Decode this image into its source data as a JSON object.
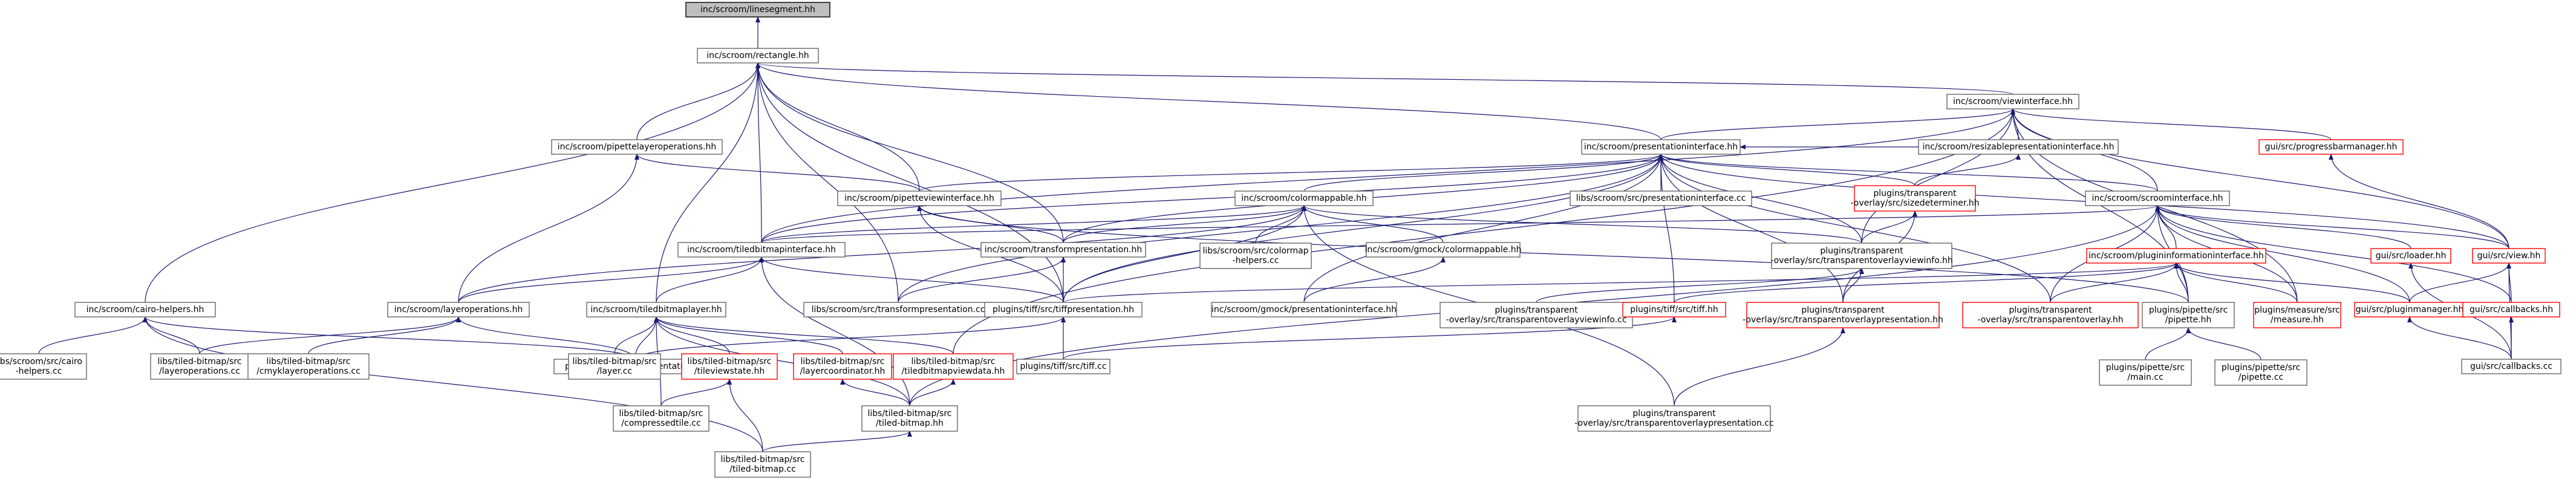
{
  "colors": {
    "node_border": "#666666",
    "node_fill": "#ffffff",
    "focus_fill": "#bfbfbf",
    "focus_border": "#000000",
    "missing_border": "#ff0000",
    "edge": "#191970",
    "text": "#000000"
  },
  "nodes": [
    {
      "id": "lineseg",
      "lines": [
        "inc/scroom/linesegment.hh"
      ],
      "focus": true
    },
    {
      "id": "rect",
      "lines": [
        "inc/scroom/rectangle.hh"
      ]
    },
    {
      "id": "viewif",
      "lines": [
        "inc/scroom/viewinterface.hh"
      ]
    },
    {
      "id": "pipetteLayerOps",
      "lines": [
        "inc/scroom/pipettelayeroperations.hh"
      ]
    },
    {
      "id": "presIf",
      "lines": [
        "inc/scroom/presentationinterface.hh"
      ]
    },
    {
      "id": "resizable",
      "lines": [
        "inc/scroom/resizablepresentationinterface.hh"
      ]
    },
    {
      "id": "progressbar",
      "lines": [
        "gui/src/progressbarmanager.hh"
      ],
      "missing": true
    },
    {
      "id": "pipetteViewIf",
      "lines": [
        "inc/scroom/pipetteviewinterface.hh"
      ]
    },
    {
      "id": "colormappable",
      "lines": [
        "inc/scroom/colormappable.hh"
      ]
    },
    {
      "id": "presIfCc",
      "lines": [
        "libs/scroom/src/presentationinterface.cc"
      ]
    },
    {
      "id": "sizedeterminer",
      "lines": [
        "plugins/transparent",
        "-overlay/src/sizedeterminer.hh"
      ],
      "missing": true
    },
    {
      "id": "scroomIf",
      "lines": [
        "inc/scroom/scroominterface.hh"
      ]
    },
    {
      "id": "cairoHelpers",
      "lines": [
        "inc/scroom/cairo-helpers.hh"
      ]
    },
    {
      "id": "tiledBitmapIf",
      "lines": [
        "inc/scroom/tiledbitmapinterface.hh"
      ]
    },
    {
      "id": "transformPres",
      "lines": [
        "inc/scroom/transformpresentation.hh"
      ]
    },
    {
      "id": "colormapHelpers",
      "lines": [
        "libs/scroom/src/colormap",
        "-helpers.cc"
      ]
    },
    {
      "id": "gmockColormappable",
      "lines": [
        "inc/scroom/gmock/colormappable.hh"
      ]
    },
    {
      "id": "overlayViewInfo",
      "lines": [
        "plugins/transparent",
        "-overlay/src/transparentoverlayviewinfo.hh"
      ]
    },
    {
      "id": "pluginInfoIf",
      "lines": [
        "inc/scroom/plugininformationinterface.hh"
      ],
      "missing": true
    },
    {
      "id": "loader",
      "lines": [
        "gui/src/loader.hh"
      ],
      "missing": true
    },
    {
      "id": "viewHh",
      "lines": [
        "gui/src/view.hh"
      ],
      "missing": true
    },
    {
      "id": "layerOps",
      "lines": [
        "inc/scroom/layeroperations.hh"
      ]
    },
    {
      "id": "tiledBitmapLayer",
      "lines": [
        "inc/scroom/tiledbitmaplayer.hh"
      ]
    },
    {
      "id": "transformPresCc",
      "lines": [
        "libs/scroom/src/transformpresentation.cc"
      ]
    },
    {
      "id": "tiffPres",
      "lines": [
        "plugins/tiff/src/tiffpresentation.hh"
      ]
    },
    {
      "id": "gmockPresIf",
      "lines": [
        "inc/scroom/gmock/presentationinterface.hh"
      ]
    },
    {
      "id": "overlayViewInfoCc",
      "lines": [
        "plugins/transparent",
        "-overlay/src/transparentoverlayviewinfo.cc"
      ]
    },
    {
      "id": "tiffHh",
      "lines": [
        "plugins/tiff/src/tiff.hh"
      ],
      "missing": true
    },
    {
      "id": "overlayPresHh",
      "lines": [
        "plugins/transparent",
        "-overlay/src/transparentoverlaypresentation.hh"
      ],
      "missing": true
    },
    {
      "id": "overlayHh",
      "lines": [
        "plugins/transparent",
        "-overlay/src/transparentoverlay.hh"
      ],
      "missing": true
    },
    {
      "id": "pipetteHh",
      "lines": [
        "plugins/pipette/src",
        "/pipette.hh"
      ]
    },
    {
      "id": "measureHh",
      "lines": [
        "plugins/measure/src",
        "/measure.hh"
      ],
      "missing": true
    },
    {
      "id": "pluginMgr",
      "lines": [
        "gui/src/pluginmanager.hh"
      ],
      "missing": true
    },
    {
      "id": "callbacksHh",
      "lines": [
        "gui/src/callbacks.hh"
      ],
      "missing": true
    },
    {
      "id": "cairoHelpersCc",
      "lines": [
        "libs/scroom/src/cairo",
        "-helpers.cc"
      ]
    },
    {
      "id": "layerOpsCc",
      "lines": [
        "libs/tiled-bitmap/src",
        "/layeroperations.cc"
      ]
    },
    {
      "id": "cmykLayerOps",
      "lines": [
        "libs/tiled-bitmap/src",
        "/cmyklayeroperations.cc"
      ]
    },
    {
      "id": "tiffPresCc",
      "lines": [
        "plugins/tiff/src/tiffpresentation.cc"
      ]
    },
    {
      "id": "layerCc",
      "lines": [
        "libs/tiled-bitmap/src",
        "/layer.cc"
      ]
    },
    {
      "id": "tileViewState",
      "lines": [
        "libs/tiled-bitmap/src",
        "/tileviewstate.hh"
      ],
      "missing": true
    },
    {
      "id": "layerCoord",
      "lines": [
        "libs/tiled-bitmap/src",
        "/layercoordinator.hh"
      ],
      "missing": true
    },
    {
      "id": "tbViewData",
      "lines": [
        "libs/tiled-bitmap/src",
        "/tiledbitmapviewdata.hh"
      ],
      "missing": true
    },
    {
      "id": "tiffCc",
      "lines": [
        "plugins/tiff/src/tiff.cc"
      ]
    },
    {
      "id": "overlayPresCc",
      "lines": [
        "plugins/transparent",
        "-overlay/src/transparentoverlaypresentation.cc"
      ]
    },
    {
      "id": "pipetteMain",
      "lines": [
        "plugins/pipette/src",
        "/main.cc"
      ]
    },
    {
      "id": "pipetteCc",
      "lines": [
        "plugins/pipette/src",
        "/pipette.cc"
      ]
    },
    {
      "id": "callbacksCc",
      "lines": [
        "gui/src/callbacks.cc"
      ]
    },
    {
      "id": "compressedTile",
      "lines": [
        "libs/tiled-bitmap/src",
        "/compressedtile.cc"
      ]
    },
    {
      "id": "tiledBitmapHh",
      "lines": [
        "libs/tiled-bitmap/src",
        "/tiled-bitmap.hh"
      ]
    },
    {
      "id": "tiledBitmapCc",
      "lines": [
        "libs/tiled-bitmap/src",
        "/tiled-bitmap.cc"
      ]
    }
  ],
  "edges": [
    [
      "rect",
      "lineseg"
    ],
    [
      "viewif",
      "rect"
    ],
    [
      "pipetteLayerOps",
      "rect"
    ],
    [
      "presIf",
      "rect"
    ],
    [
      "cairoHelpers",
      "rect"
    ],
    [
      "tiledBitmapIf",
      "rect"
    ],
    [
      "transformPres",
      "rect"
    ],
    [
      "pipetteViewIf",
      "rect"
    ],
    [
      "tiledBitmapLayer",
      "rect"
    ],
    [
      "transformPresCc",
      "rect"
    ],
    [
      "tiffPres",
      "rect"
    ],
    [
      "presIf",
      "viewif"
    ],
    [
      "resizable",
      "viewif"
    ],
    [
      "progressbar",
      "viewif"
    ],
    [
      "scroomIf",
      "viewif"
    ],
    [
      "viewHh",
      "viewif"
    ],
    [
      "overlayViewInfo",
      "viewif"
    ],
    [
      "pipetteHh",
      "viewif"
    ],
    [
      "tiledBitmapIf",
      "viewif"
    ],
    [
      "measureHh",
      "viewif"
    ],
    [
      "tbViewData",
      "viewif"
    ],
    [
      "layerOps",
      "pipetteLayerOps"
    ],
    [
      "pipetteViewIf",
      "pipetteLayerOps"
    ],
    [
      "resizable",
      "presIf"
    ],
    [
      "pipetteViewIf",
      "presIf"
    ],
    [
      "colormappable",
      "presIf"
    ],
    [
      "presIfCc",
      "presIf"
    ],
    [
      "sizedeterminer",
      "presIf"
    ],
    [
      "scroomIf",
      "presIf"
    ],
    [
      "tiledBitmapIf",
      "presIf"
    ],
    [
      "transformPres",
      "presIf"
    ],
    [
      "gmockPresIf",
      "presIf"
    ],
    [
      "overlayViewInfo",
      "presIf"
    ],
    [
      "tiffHh",
      "presIf"
    ],
    [
      "overlayPresHh",
      "presIf"
    ],
    [
      "overlayHh",
      "presIf"
    ],
    [
      "viewHh",
      "presIf"
    ],
    [
      "tiffPres",
      "presIf"
    ],
    [
      "transformPresCc",
      "presIf"
    ],
    [
      "sizedeterminer",
      "resizable"
    ],
    [
      "viewHh",
      "progressbar"
    ],
    [
      "transformPres",
      "pipetteViewIf"
    ],
    [
      "tiffPres",
      "pipetteViewIf"
    ],
    [
      "pipetteHh",
      "pipetteViewIf"
    ],
    [
      "tiledBitmapIf",
      "colormappable"
    ],
    [
      "colormapHelpers",
      "colormappable"
    ],
    [
      "gmockColormappable",
      "colormappable"
    ],
    [
      "tiffPres",
      "colormappable"
    ],
    [
      "overlayPresCc",
      "colormappable"
    ],
    [
      "overlayViewInfo",
      "colormappable"
    ],
    [
      "layerOps",
      "colormappable"
    ],
    [
      "transformPres",
      "colormappable"
    ],
    [
      "overlayViewInfo",
      "sizedeterminer"
    ],
    [
      "overlayPresHh",
      "sizedeterminer"
    ],
    [
      "pluginInfoIf",
      "scroomIf"
    ],
    [
      "loader",
      "scroomIf"
    ],
    [
      "viewHh",
      "scroomIf"
    ],
    [
      "tiledBitmapIf",
      "scroomIf"
    ],
    [
      "pipetteHh",
      "scroomIf"
    ],
    [
      "measureHh",
      "scroomIf"
    ],
    [
      "pluginMgr",
      "scroomIf"
    ],
    [
      "callbacksHh",
      "scroomIf"
    ],
    [
      "tiledBitmapHh",
      "scroomIf"
    ],
    [
      "overlayHh",
      "scroomIf"
    ],
    [
      "cairoHelpersCc",
      "cairoHelpers"
    ],
    [
      "layerOpsCc",
      "cairoHelpers"
    ],
    [
      "tiffPresCc",
      "cairoHelpers"
    ],
    [
      "tiledBitmapCc",
      "cairoHelpers"
    ],
    [
      "layerOps",
      "tiledBitmapIf"
    ],
    [
      "tiledBitmapLayer",
      "tiledBitmapIf"
    ],
    [
      "tiffPres",
      "tiledBitmapIf"
    ],
    [
      "tiledBitmapHh",
      "tiledBitmapIf"
    ],
    [
      "transformPresCc",
      "transformPres"
    ],
    [
      "tiffPres",
      "transformPres"
    ],
    [
      "gmockPresIf",
      "gmockColormappable"
    ],
    [
      "overlayViewInfoCc",
      "overlayViewInfo"
    ],
    [
      "overlayPresHh",
      "overlayViewInfo"
    ],
    [
      "tiffHh",
      "pluginInfoIf"
    ],
    [
      "pipetteHh",
      "pluginInfoIf"
    ],
    [
      "measureHh",
      "pluginInfoIf"
    ],
    [
      "pluginMgr",
      "pluginInfoIf"
    ],
    [
      "overlayHh",
      "pluginInfoIf"
    ],
    [
      "tiffPres",
      "pluginInfoIf"
    ],
    [
      "callbacksCc",
      "loader"
    ],
    [
      "pluginMgr",
      "viewHh"
    ],
    [
      "callbacksHh",
      "viewHh"
    ],
    [
      "callbacksCc",
      "viewHh"
    ],
    [
      "layerOpsCc",
      "layerOps"
    ],
    [
      "cmykLayerOps",
      "layerOps"
    ],
    [
      "tiffPresCc",
      "layerOps"
    ],
    [
      "layerCc",
      "tiledBitmapLayer"
    ],
    [
      "tileViewState",
      "tiledBitmapLayer"
    ],
    [
      "layerCoord",
      "tiledBitmapLayer"
    ],
    [
      "tbViewData",
      "tiledBitmapLayer"
    ],
    [
      "tiledBitmapHh",
      "tiledBitmapLayer"
    ],
    [
      "compressedTile",
      "tiledBitmapLayer"
    ],
    [
      "tiffPresCc",
      "tiledBitmapLayer"
    ],
    [
      "tiffPresCc",
      "tiffPres"
    ],
    [
      "tiffCc",
      "tiffPres"
    ],
    [
      "tiffCc",
      "tiffHh"
    ],
    [
      "overlayPresCc",
      "overlayPresHh"
    ],
    [
      "pipetteMain",
      "pipetteHh"
    ],
    [
      "pipetteCc",
      "pipetteHh"
    ],
    [
      "callbacksCc",
      "pluginMgr"
    ],
    [
      "callbacksCc",
      "callbacksHh"
    ],
    [
      "compressedTile",
      "tileViewState"
    ],
    [
      "tiledBitmapCc",
      "tileViewState"
    ],
    [
      "tiledBitmapHh",
      "layerCoord"
    ],
    [
      "tiledBitmapHh",
      "tbViewData"
    ],
    [
      "tiledBitmapCc",
      "tiledBitmapHh"
    ]
  ]
}
